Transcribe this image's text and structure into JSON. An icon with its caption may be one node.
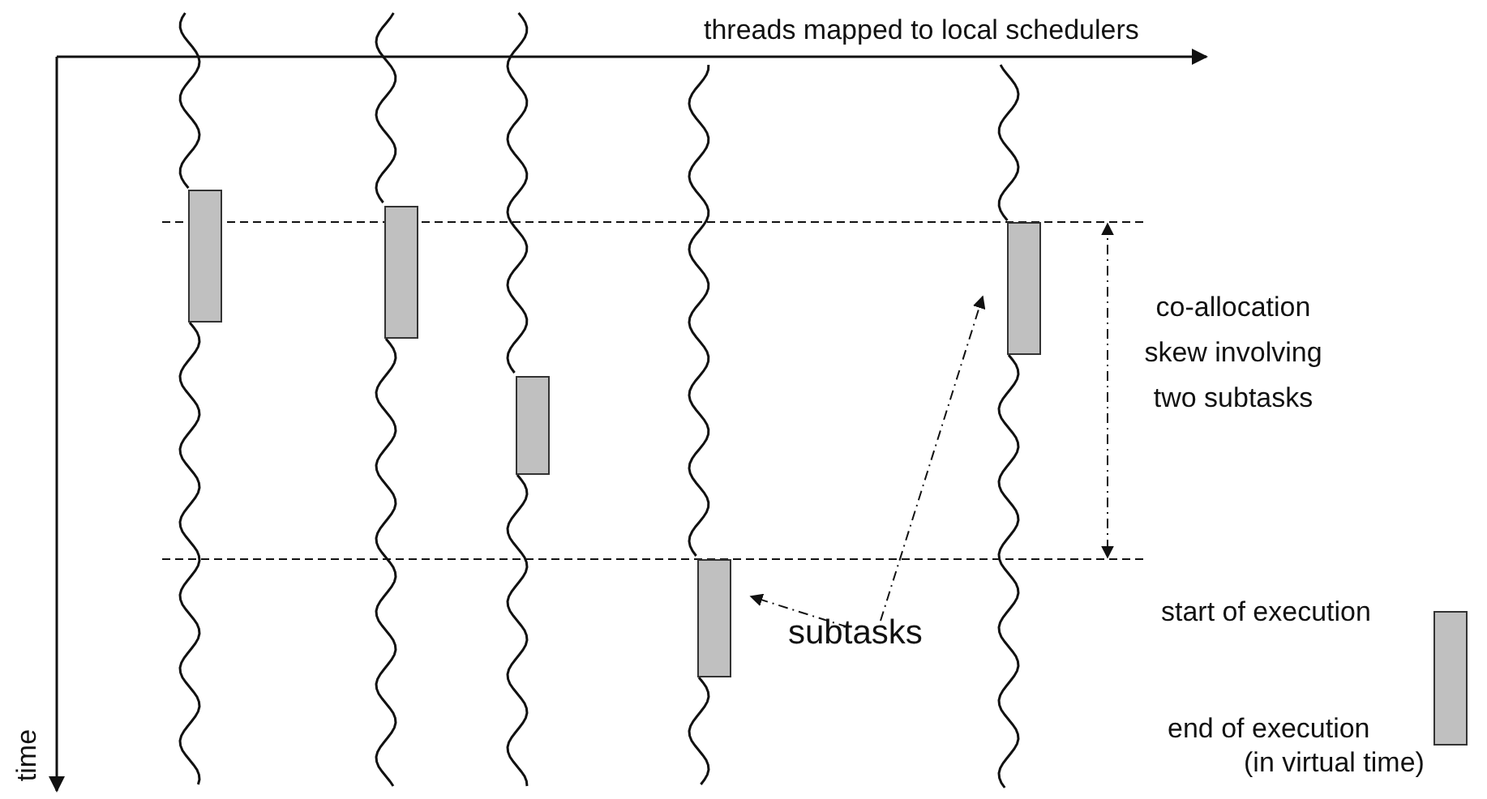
{
  "diagram": {
    "nodes": [
      {
        "text": [],
        "shape": "bar"
      },
      {
        "text": [],
        "shape": "bar"
      },
      {
        "text": [],
        "shape": "bar"
      },
      {
        "text": [],
        "shape": "bar"
      },
      {
        "text": [],
        "shape": "bar"
      },
      {
        "text": [],
        "shape": "bar"
      },
      {
        "text": [
          "subtasks"
        ]
      }
    ],
    "edges": [
      {
        "from": 6,
        "to": 3,
        "arrow": "to",
        "style": "dashed"
      },
      {
        "from": 6,
        "to": 4,
        "arrow": "to",
        "style": "dashed"
      }
    ],
    "labels": [
      "threads mapped to local schedulers",
      "co-allocation skew involving two subtasks",
      "start of execution",
      "end of execution",
      "(in virtual time)",
      "time"
    ]
  }
}
